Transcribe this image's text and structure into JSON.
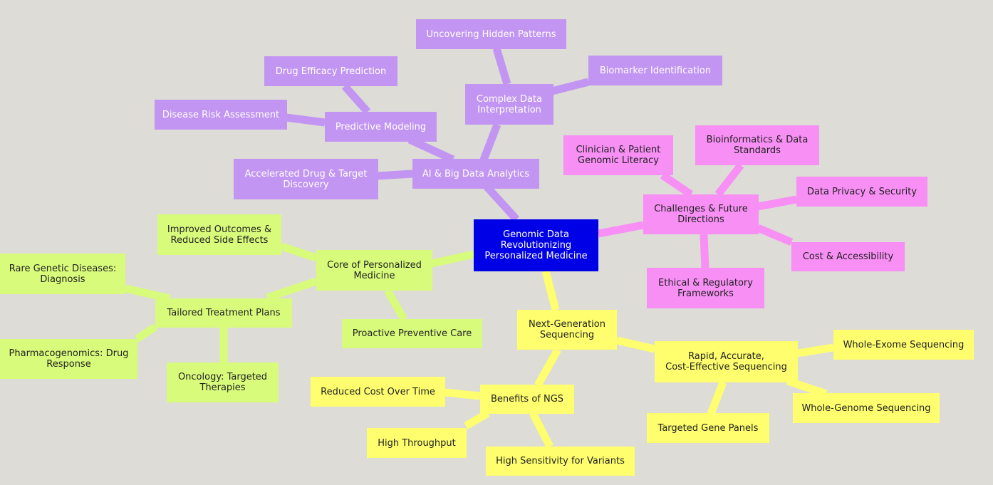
{
  "colors": {
    "background": "#dddcd7",
    "root": "#0000e6",
    "ai_branch": "#c295f2",
    "challenges_branch": "#f78ff4",
    "personalized_branch": "#d9fb7b",
    "ngs_branch": "#fefe6e"
  },
  "mindmap": {
    "root": "Genomic Data\nRevolutionizing\nPersonalized Medicine",
    "ai": {
      "label": "AI & Big Data Analytics",
      "complex": "Complex Data\nInterpretation",
      "uncovering": "Uncovering Hidden Patterns",
      "biomarker": "Biomarker Identification",
      "predictive": "Predictive Modeling",
      "drug_efficacy": "Drug Efficacy Prediction",
      "disease_risk": "Disease Risk Assessment",
      "accelerated": "Accelerated Drug & Target\nDiscovery"
    },
    "challenges": {
      "label": "Challenges & Future\nDirections",
      "literacy": "Clinician & Patient\nGenomic Literacy",
      "bioinformatics": "Bioinformatics & Data\nStandards",
      "privacy": "Data Privacy & Security",
      "cost": "Cost & Accessibility",
      "ethical": "Ethical & Regulatory\nFrameworks"
    },
    "personalized": {
      "label": "Core of Personalized\nMedicine",
      "outcomes": "Improved Outcomes &\nReduced Side Effects",
      "preventive": "Proactive Preventive Care",
      "tailored": "Tailored Treatment Plans",
      "rare": "Rare Genetic Diseases:\nDiagnosis",
      "pharmaco": "Pharmacogenomics: Drug\nResponse",
      "oncology": "Oncology: Targeted\nTherapies"
    },
    "ngs": {
      "label": "Next-Generation\nSequencing",
      "rapid": "Rapid, Accurate,\nCost-Effective Sequencing",
      "exome": "Whole-Exome Sequencing",
      "genome": "Whole-Genome Sequencing",
      "panels": "Targeted Gene Panels",
      "benefits": "Benefits of NGS",
      "reduced_cost": "Reduced Cost Over Time",
      "throughput": "High Throughput",
      "sensitivity": "High Sensitivity for Variants"
    }
  }
}
